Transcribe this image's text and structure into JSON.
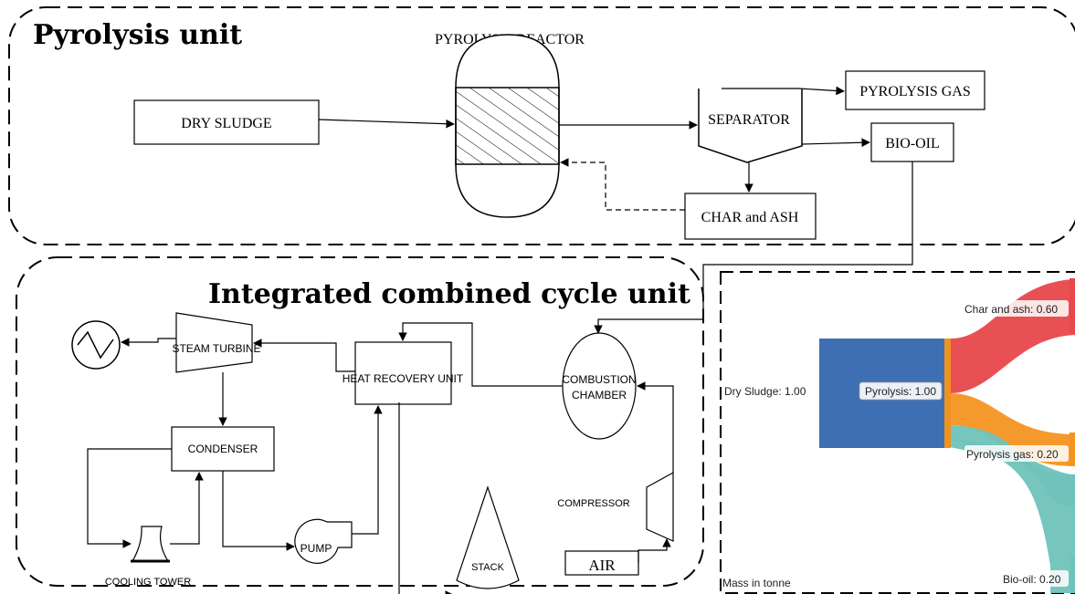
{
  "pyrolysis_unit": {
    "title": "Pyrolysis unit",
    "reactor_label": "PYROLYSIS REACTOR",
    "dry_sludge": "DRY SLUDGE",
    "separator": "SEPARATOR",
    "pyrolysis_gas": "PYROLYSIS GAS",
    "bio_oil": "BIO-OIL",
    "char_ash": "CHAR and ASH"
  },
  "combined_cycle_unit": {
    "title": "Integrated combined cycle unit",
    "steam_turbine": "STEAM TURBINE",
    "heat_recovery": "HEAT RECOVERY UNIT",
    "combustion_line1": "COMBUSTION",
    "combustion_line2": "CHAMBER",
    "condenser": "CONDENSER",
    "cooling_tower": "COOLING TOWER",
    "pump": "PUMP",
    "stack": "STACK",
    "compressor": "COMPRESSOR",
    "air": "AIR"
  },
  "sankey": {
    "source_label": "Dry Sludge: 1.00",
    "node_label": "Pyrolysis: 1.00",
    "char_label": "Char and ash: 0.60",
    "gas_label": "Pyrolysis gas: 0.20",
    "oil_label": "Bio-oil: 0.20",
    "unit_note": "Mass in tonne",
    "colors": {
      "source": "#3f6fb3",
      "node": "#f0921f",
      "char": "#e8474b",
      "gas": "#f59321",
      "oil": "#6fc3bb"
    }
  }
}
